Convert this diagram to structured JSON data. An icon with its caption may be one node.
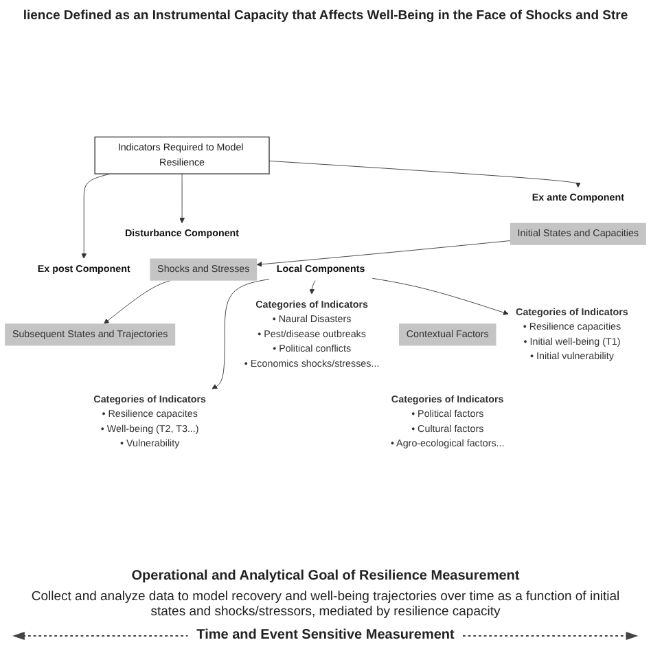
{
  "diagram": {
    "title": "lience Defined as an Instrumental Capacity that Affects Well-Being in the Face of Shocks and Stre",
    "nodes": [
      {
        "text": [
          "Indicators Required to Model Resilience"
        ]
      },
      {
        "text": [
          "Ex ante Component"
        ]
      },
      {
        "text": [
          "Initial States and Capacities"
        ]
      },
      {
        "text": [
          "Disturbance Component"
        ]
      },
      {
        "text": [
          "Shocks and Stresses"
        ]
      },
      {
        "text": [
          "Ex post Component"
        ]
      },
      {
        "text": [
          "Subsequent States and Trajectories"
        ]
      },
      {
        "text": [
          "Categories of Indicators",
          "• Resilience capacities",
          "• Initial well-being (T1)",
          "• Initial vulnerability"
        ]
      },
      {
        "text": [
          "Categories of Indicators",
          "• Naural Disasters",
          "• Pest/disease outbreaks",
          "• Political conflicts",
          "• Economics shocks/stresses..."
        ]
      },
      {
        "text": [
          "Categories of Indicators",
          "• Resilience capacites",
          "• Well-being (T2, T3...)",
          "• Vulnerability"
        ]
      },
      {
        "text": [
          "Local Components"
        ]
      },
      {
        "text": [
          "Contextual Factors"
        ]
      },
      {
        "text": [
          "Categories of Indicators",
          "• Political factors",
          "• Cultural factors",
          "• Agro-ecological factors..."
        ]
      }
    ],
    "edges": [
      {
        "from": 0,
        "to": 1,
        "arrow": "to"
      },
      {
        "from": 0,
        "to": 3,
        "arrow": "to"
      },
      {
        "from": 0,
        "to": 5,
        "arrow": "to"
      },
      {
        "from": 2,
        "to": 4,
        "arrow": "to"
      },
      {
        "from": 4,
        "to": 6,
        "arrow": "to"
      },
      {
        "from": 10,
        "to": 7,
        "arrow": "to"
      },
      {
        "from": 10,
        "to": 8,
        "arrow": "to"
      },
      {
        "from": 10,
        "to": 9,
        "arrow": "to"
      }
    ],
    "labels": [
      "Operational and Analytical Goal of Resilience Measurement",
      "Collect and analyze data to model recovery and well-being trajectories over time as a function of initial states and shocks/stressors, mediated by resilience capacity",
      "Time and Event Sensitive Measurement"
    ]
  }
}
